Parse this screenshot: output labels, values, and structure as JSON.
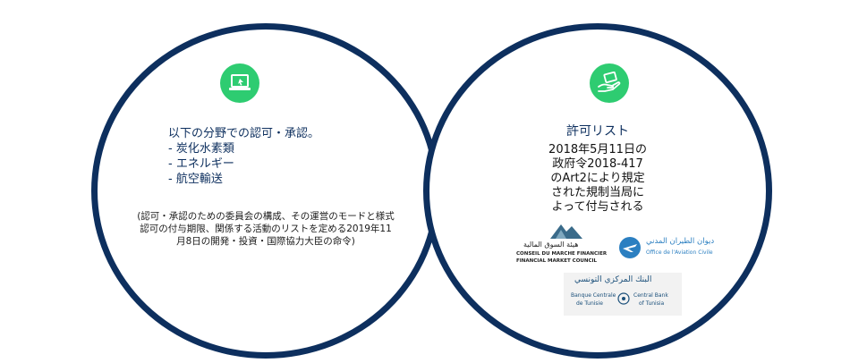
{
  "left_card": {
    "icon": "laptop-icon",
    "title": "以下の分野での認可・承認。",
    "items": [
      "- 炭化水素類",
      "- エネルギー",
      "- 航空輸送"
    ],
    "note_lines": [
      "(認可・承認のための委員会の構成、その運営のモードと様式",
      "認可の付与期限、関係する活動のリストを定める2019年11",
      "月8日の開発・投資・国際協力大臣の命令)"
    ]
  },
  "right_card": {
    "icon": "permit-hand-icon",
    "title": "許可リスト",
    "body_lines": [
      "2018年5月11日の",
      "政府令2018-417",
      "のArt2により規定",
      "された規制当局に",
      "よって付与される"
    ],
    "logos": {
      "cmf": {
        "arabic": "هيئة السوق المالية",
        "line1": "CONSEIL DU MARCHE FINANCIER",
        "line2": "FINANCIAL MARKET COUNCIL"
      },
      "aero": {
        "arabic": "ديوان الطيران المدني",
        "latin": "Office de l'Aviation Civile"
      },
      "bct": {
        "arabic": "البنك المركزي التونسي",
        "fr1": "Banque Centrale",
        "fr2": "de Tunisie",
        "en1": "Central Bank",
        "en2": "of Tunisia"
      }
    }
  },
  "colors": {
    "ring": "#0d2f5e",
    "accent_green": "#2ecc71",
    "text_navy": "#0d2f5e"
  }
}
